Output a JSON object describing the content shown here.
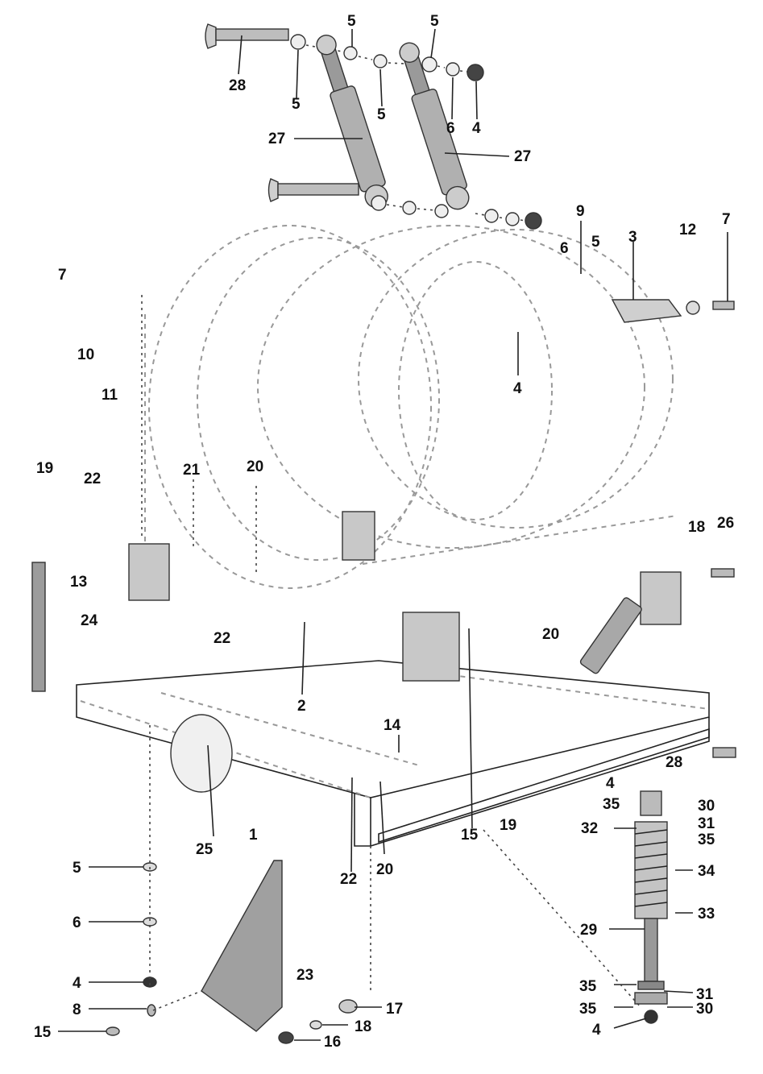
{
  "callouts": [
    {
      "id": "c28a",
      "text": "28"
    },
    {
      "id": "c5a",
      "text": "5"
    },
    {
      "id": "c5b",
      "text": "5"
    },
    {
      "id": "c5c",
      "text": "5"
    },
    {
      "id": "c5d",
      "text": "5"
    },
    {
      "id": "c5e",
      "text": "5"
    },
    {
      "id": "c6a",
      "text": "6"
    },
    {
      "id": "c4a",
      "text": "4"
    },
    {
      "id": "c27a",
      "text": "27"
    },
    {
      "id": "c27b",
      "text": "27"
    },
    {
      "id": "c9",
      "text": "9"
    },
    {
      "id": "c6b",
      "text": "6"
    },
    {
      "id": "c5f",
      "text": "5"
    },
    {
      "id": "c3",
      "text": "3"
    },
    {
      "id": "c12",
      "text": "12"
    },
    {
      "id": "c7a",
      "text": "7"
    },
    {
      "id": "c7b",
      "text": "7"
    },
    {
      "id": "c10",
      "text": "10"
    },
    {
      "id": "c11",
      "text": "11"
    },
    {
      "id": "c4b",
      "text": "4"
    },
    {
      "id": "c19a",
      "text": "19"
    },
    {
      "id": "c22a",
      "text": "22"
    },
    {
      "id": "c21",
      "text": "21"
    },
    {
      "id": "c20a",
      "text": "20"
    },
    {
      "id": "c18a",
      "text": "18"
    },
    {
      "id": "c26",
      "text": "26"
    },
    {
      "id": "c13",
      "text": "13"
    },
    {
      "id": "c24",
      "text": "24"
    },
    {
      "id": "c22b",
      "text": "22"
    },
    {
      "id": "c20b",
      "text": "20"
    },
    {
      "id": "c2",
      "text": "2"
    },
    {
      "id": "c14",
      "text": "14"
    },
    {
      "id": "c28b",
      "text": "28"
    },
    {
      "id": "c4c",
      "text": "4"
    },
    {
      "id": "c35a",
      "text": "35"
    },
    {
      "id": "c30a",
      "text": "30"
    },
    {
      "id": "c32",
      "text": "32"
    },
    {
      "id": "c31a",
      "text": "31"
    },
    {
      "id": "c35b",
      "text": "35"
    },
    {
      "id": "c15a",
      "text": "15"
    },
    {
      "id": "c19b",
      "text": "19"
    },
    {
      "id": "c25",
      "text": "25"
    },
    {
      "id": "c1",
      "text": "1"
    },
    {
      "id": "c22c",
      "text": "22"
    },
    {
      "id": "c20c",
      "text": "20"
    },
    {
      "id": "c34",
      "text": "34"
    },
    {
      "id": "c33",
      "text": "33"
    },
    {
      "id": "c5g",
      "text": "5"
    },
    {
      "id": "c6c",
      "text": "6"
    },
    {
      "id": "c29",
      "text": "29"
    },
    {
      "id": "c23",
      "text": "23"
    },
    {
      "id": "c4d",
      "text": "4"
    },
    {
      "id": "c35c",
      "text": "35"
    },
    {
      "id": "c31b",
      "text": "31"
    },
    {
      "id": "c8",
      "text": "8"
    },
    {
      "id": "c17",
      "text": "17"
    },
    {
      "id": "c35d",
      "text": "35"
    },
    {
      "id": "c30b",
      "text": "30"
    },
    {
      "id": "c15b",
      "text": "15"
    },
    {
      "id": "c18b",
      "text": "18"
    },
    {
      "id": "c16",
      "text": "16"
    },
    {
      "id": "c4e",
      "text": "4"
    }
  ]
}
